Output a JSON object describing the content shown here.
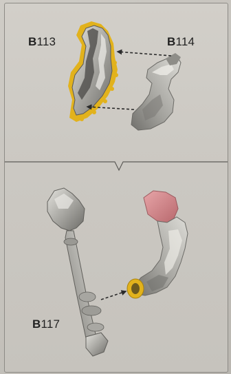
{
  "labels": {
    "top_left": {
      "prefix": "B",
      "number": "113"
    },
    "top_right": {
      "prefix": "B",
      "number": "114"
    },
    "bottom": {
      "prefix": "B",
      "number": "117"
    }
  },
  "colors": {
    "background": "#cbc8c2",
    "bone": "#a8a7a2",
    "bone_highlight": "#e4e3de",
    "bone_shadow": "#5f5e5a",
    "outline_yellow": "#e2b21c",
    "highlight_red": "#d7868a",
    "arrow": "#2a2a2a"
  }
}
